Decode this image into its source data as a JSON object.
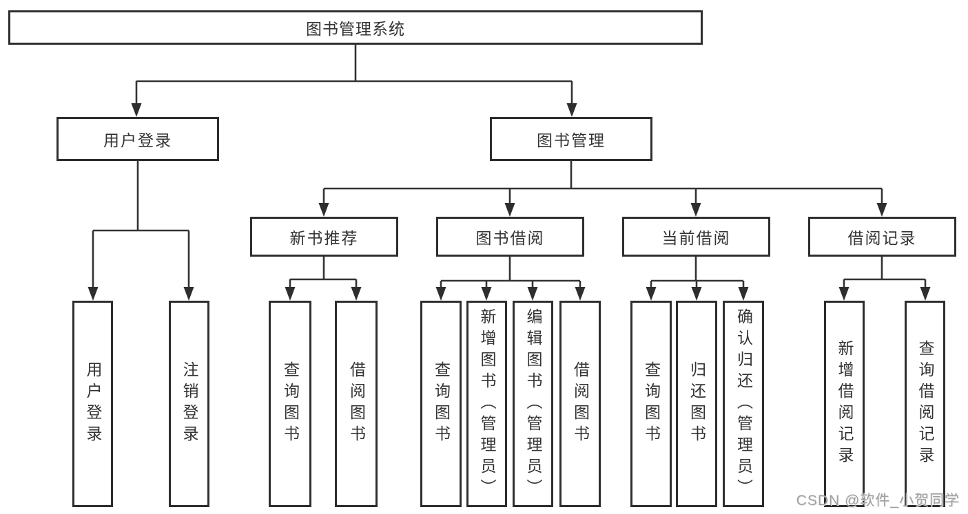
{
  "tree": {
    "label": "图书管理系统",
    "children": [
      {
        "label": "用户登录",
        "children": [
          {
            "label": "用户登录"
          },
          {
            "label": "注销登录"
          }
        ]
      },
      {
        "label": "图书管理",
        "children": [
          {
            "label": "新书推荐",
            "children": [
              {
                "label": "查询图书"
              },
              {
                "label": "借阅图书"
              }
            ]
          },
          {
            "label": "图书借阅",
            "children": [
              {
                "label": "查询图书"
              },
              {
                "label": "新增图书（管理员）"
              },
              {
                "label": "编辑图书（管理员）"
              },
              {
                "label": "借阅图书"
              }
            ]
          },
          {
            "label": "当前借阅",
            "children": [
              {
                "label": "查询图书"
              },
              {
                "label": "归还图书"
              },
              {
                "label": "确认归还（管理员）"
              }
            ]
          },
          {
            "label": "借阅记录",
            "children": [
              {
                "label": "新增借阅记录"
              },
              {
                "label": "查询借阅记录"
              }
            ]
          }
        ]
      }
    ]
  },
  "watermark": {
    "text": "CSDN @软件_小贺同学"
  },
  "colors": {
    "line": "#333333",
    "box_border": "#2e2e2e",
    "text": "#333333",
    "watermark_text": "#a0a0a0",
    "background": "#ffffff"
  }
}
